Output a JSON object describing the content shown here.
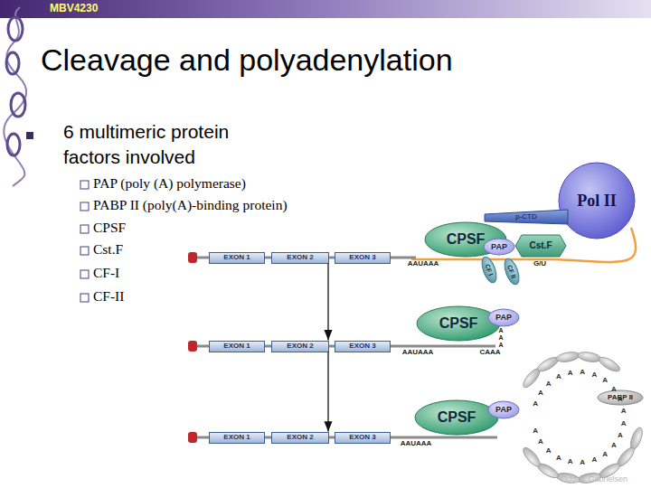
{
  "diagram": {
    "title": "Cleavage and polyadenylation",
    "nodes": [
      {
        "text": [
          "Pol II"
        ]
      },
      {
        "text": [
          "p-CTD"
        ]
      },
      {
        "text": [
          "CPSF"
        ]
      },
      {
        "text": [
          "PAP"
        ]
      },
      {
        "text": [
          "Cst.F"
        ]
      },
      {
        "text": [
          "CF I"
        ]
      },
      {
        "text": [
          "CF II"
        ]
      },
      {
        "text": [
          "EXON 1"
        ]
      },
      {
        "text": [
          "EXON 2"
        ]
      },
      {
        "text": [
          "EXON 3"
        ]
      },
      {
        "text": [
          "CPSF"
        ]
      },
      {
        "text": [
          "PAP"
        ]
      },
      {
        "text": [
          "EXON 1"
        ]
      },
      {
        "text": [
          "EXON 2"
        ]
      },
      {
        "text": [
          "EXON 3"
        ]
      },
      {
        "text": [
          "CPSF"
        ]
      },
      {
        "text": [
          "PAP"
        ]
      },
      {
        "text": [
          "PABP II"
        ]
      },
      {
        "text": [
          "EXON 1"
        ]
      },
      {
        "text": [
          "EXON 2"
        ]
      },
      {
        "text": [
          "EXON 3"
        ]
      }
    ],
    "edges": [
      {
        "from": 8,
        "to": 13,
        "arrow": "to"
      },
      {
        "from": 13,
        "to": 19,
        "arrow": "to"
      }
    ],
    "labels": [
      "MBV4230",
      "6 multimeric protein factors involved",
      "PAP (poly (A) polymerase)",
      "PABP II (poly(A)-binding protein)",
      "CPSF",
      "Cst.F",
      "CF-I",
      "CF-II",
      "AAUAAA",
      "G/U",
      "AAUAAA",
      "CAAA",
      "A",
      "A",
      "A",
      "AAUAAA",
      "A",
      "A",
      "A",
      "A",
      "A",
      "A",
      "A",
      "A",
      "A",
      "A",
      "A",
      "A",
      "A",
      "A",
      "A",
      "A",
      "A",
      "A",
      "A",
      "A",
      "A",
      "A",
      "Odd S. Gabrielsen"
    ]
  }
}
